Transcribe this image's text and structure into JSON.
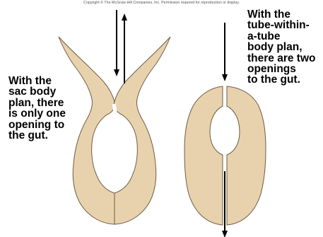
{
  "copyright": "Copyright © The McGraw-Hill Companies, Inc. Permission required for reproduction or display.",
  "sac_caption_lines": [
    "With the",
    "sac body",
    "plan, there",
    "is only one",
    "opening to",
    "the gut."
  ],
  "tube_caption_lines": [
    "With the",
    "tube-within-",
    "a-tube",
    "body plan,",
    "there are two",
    "openings",
    "to the gut."
  ],
  "colors": {
    "body_fill": "#e8d2ad",
    "body_stroke": "#6e5c44",
    "arrow": "#000000",
    "text": "#000000"
  },
  "icons": {
    "sac_flow_arrows": "arrow-down-up-icon",
    "tube_flow_arrows": "arrow-down-icon"
  }
}
